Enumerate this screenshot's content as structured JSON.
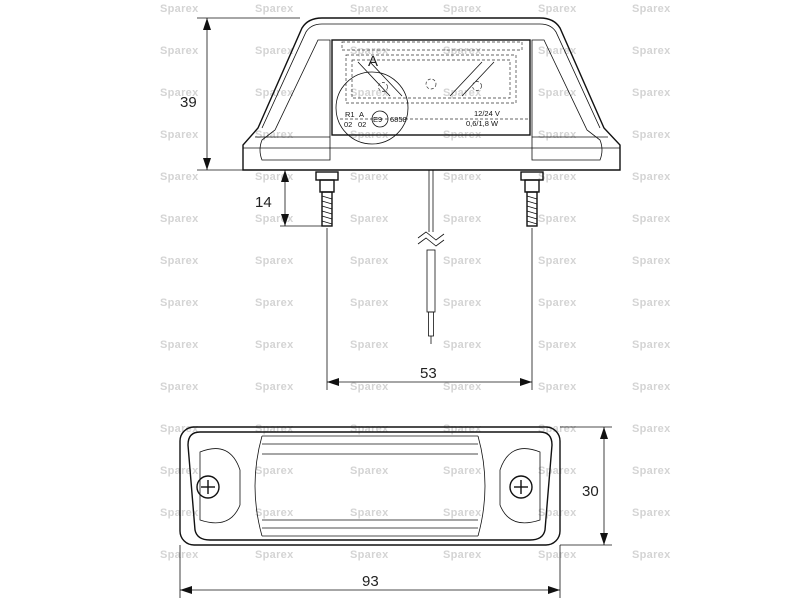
{
  "watermark": {
    "text": "Sparex"
  },
  "dimensions": {
    "height_side": "39",
    "stud_length": "14",
    "stud_spacing": "53",
    "depth": "30",
    "overall_width": "93"
  },
  "label_plate": {
    "marker": "A",
    "r1": "R1",
    "a_mark": "A",
    "code_left": "02",
    "code_right": "02",
    "approval_circle": "E9",
    "approval_number": "6858",
    "voltage": "12/24 V",
    "wattage": "0,6/1,8 W"
  }
}
